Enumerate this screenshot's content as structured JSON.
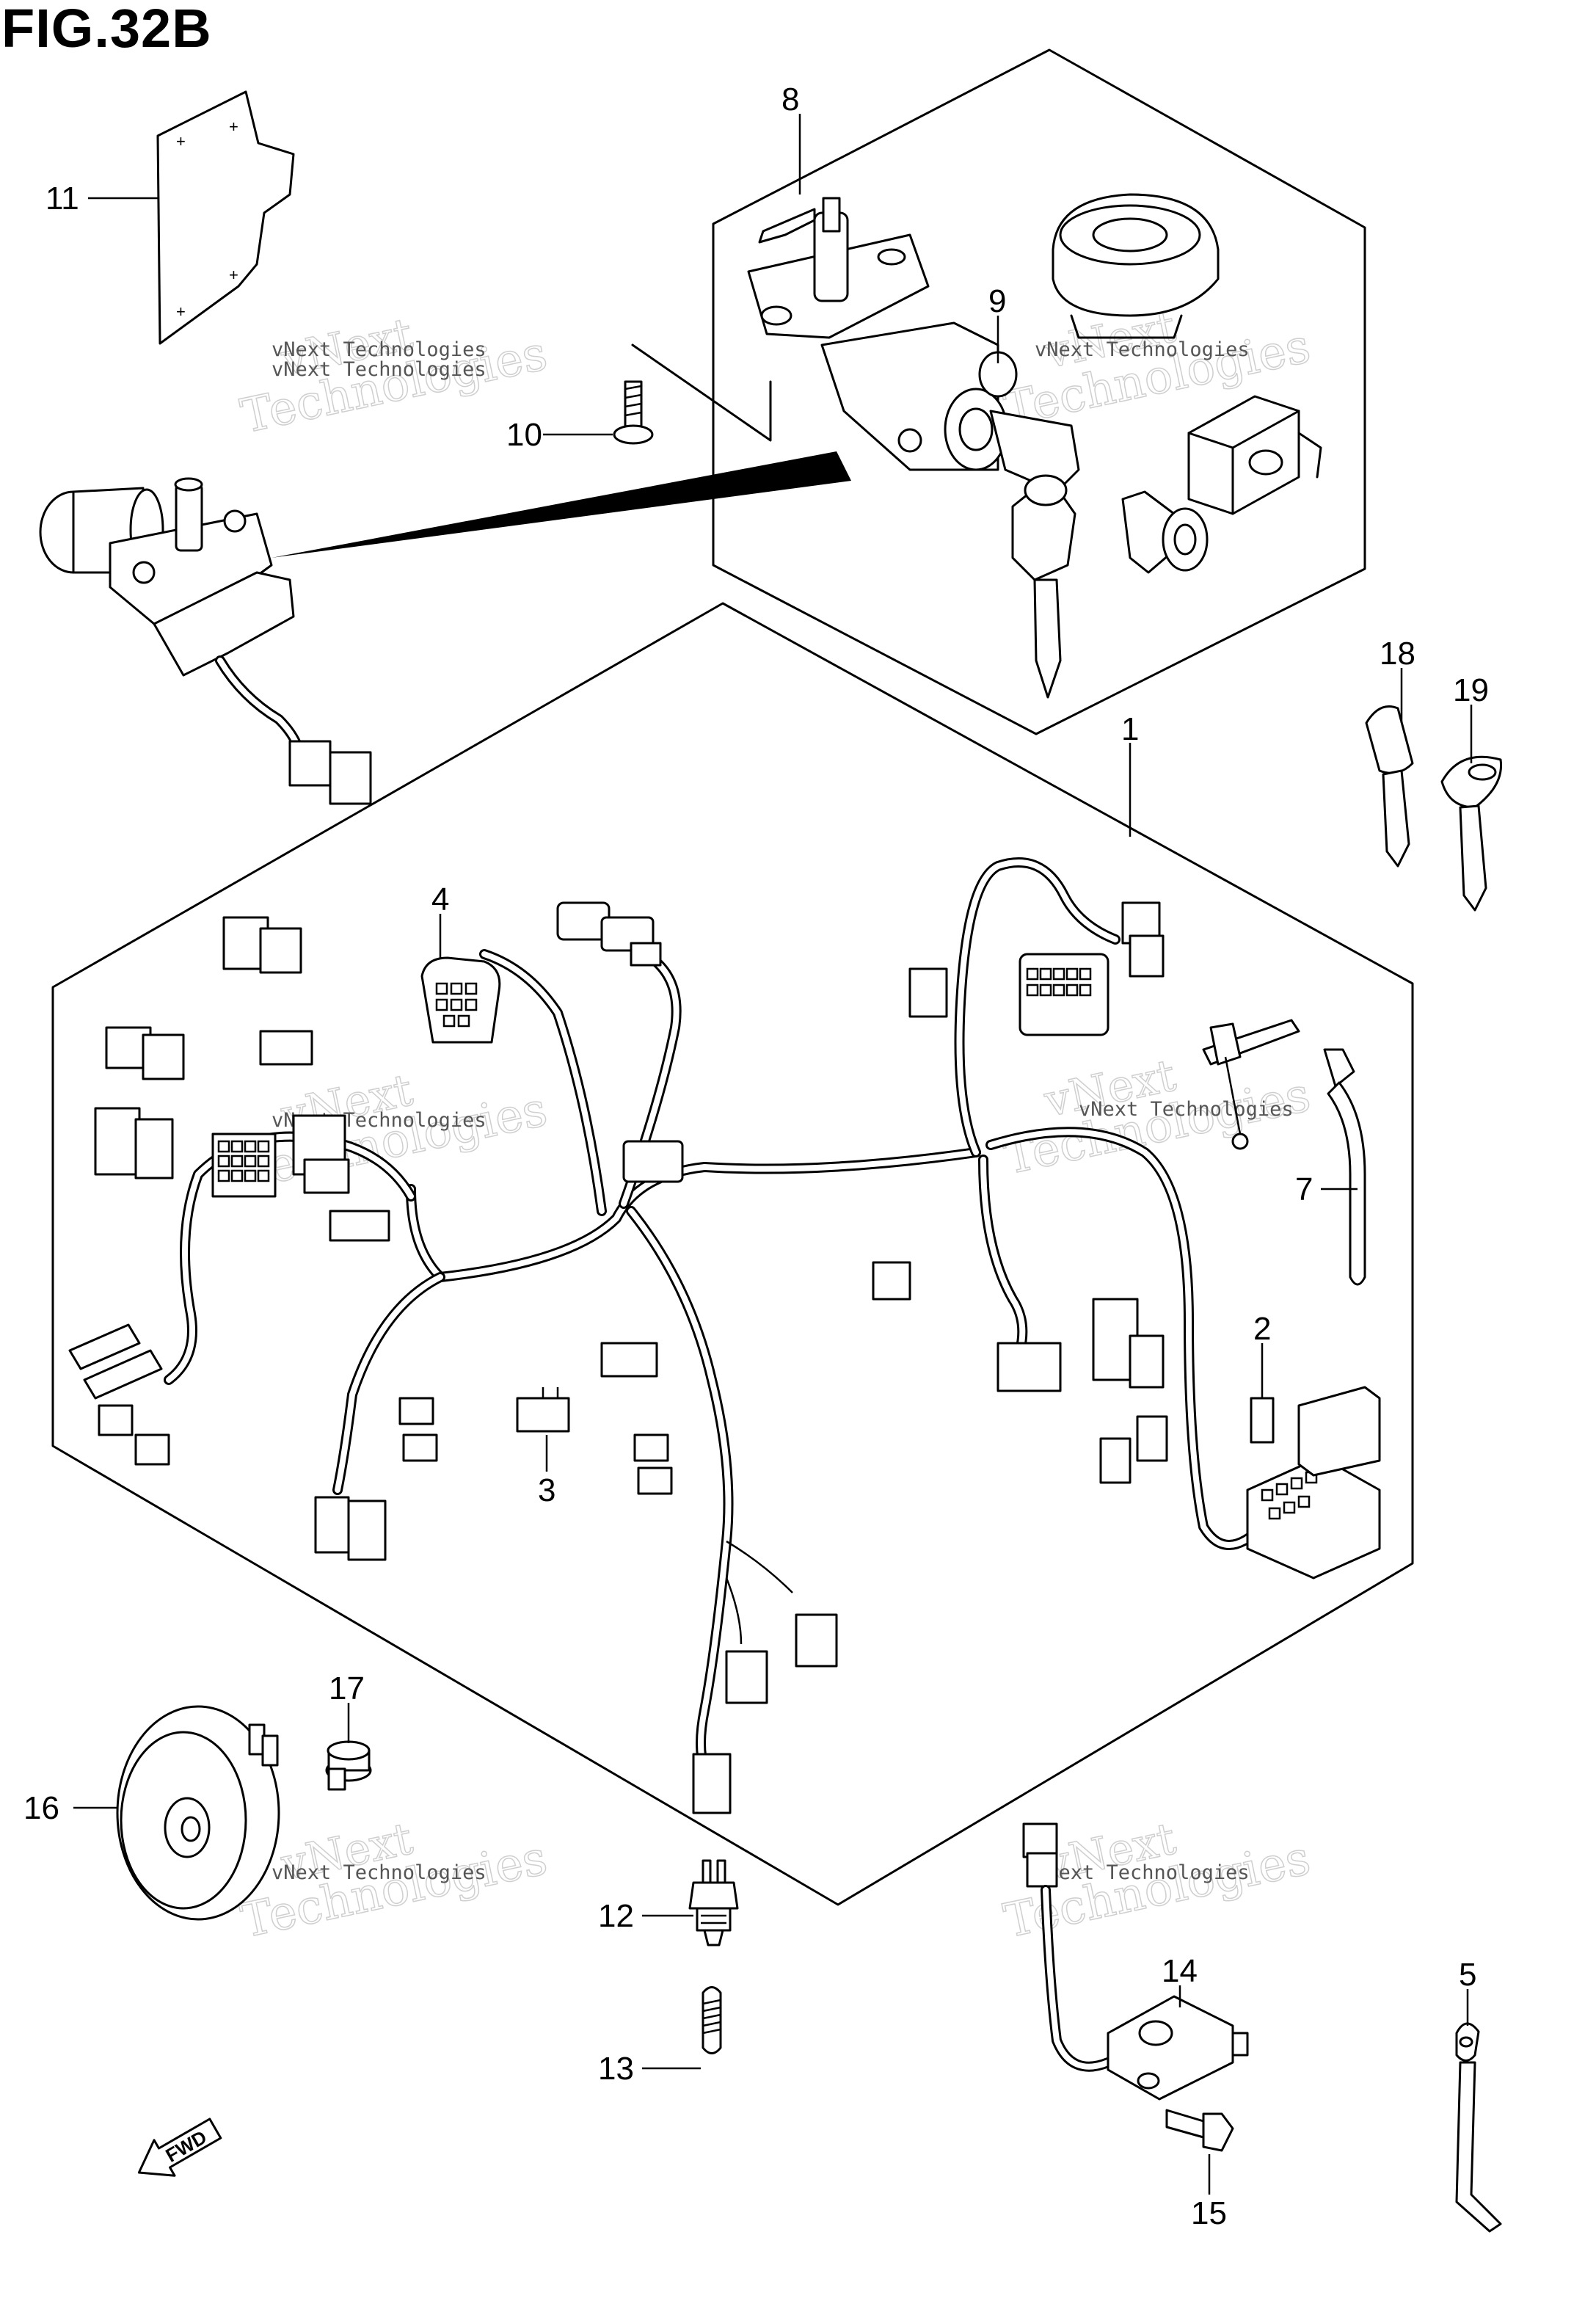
{
  "figure_title": "FIG.32B",
  "callouts": [
    "1",
    "2",
    "3",
    "4",
    "5",
    "7",
    "8",
    "9",
    "10",
    "11",
    "12",
    "13",
    "14",
    "15",
    "16",
    "17",
    "18",
    "19"
  ],
  "watermark": {
    "line1": "vNext",
    "line2": "Technologies",
    "small": "vNext Technologies"
  },
  "fwd_label": "FWD"
}
